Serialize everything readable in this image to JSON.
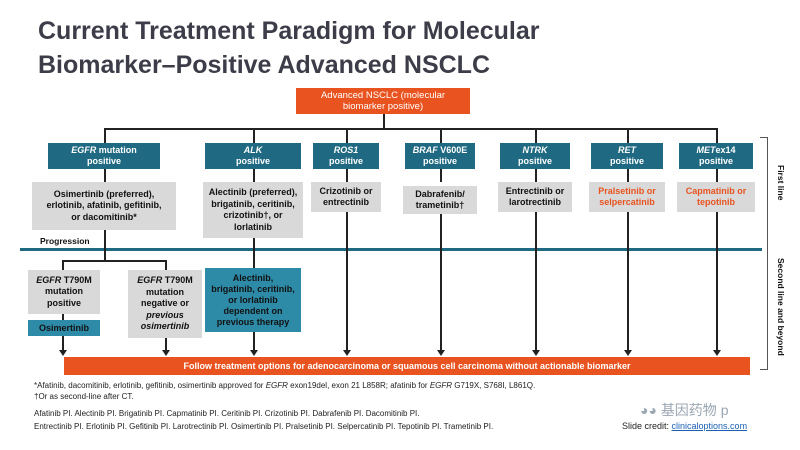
{
  "title": {
    "line1": "Current Treatment Paradigm for Molecular",
    "line2": "Biomarker–Positive Advanced NSCLC"
  },
  "root": {
    "line1": "Advanced NSCLC (molecular",
    "line2": "biomarker positive)"
  },
  "columns": [
    {
      "gene": "EGFR",
      "rest": " mutation",
      "line2": "positive",
      "therapy": [
        "Osimertinib (preferred),",
        "erlotinib, afatinib, gefitinib,",
        "or dacomitinib*"
      ],
      "red": false
    },
    {
      "gene": "ALK",
      "rest": "",
      "line2": "positive",
      "therapy": [
        "Alectinib (preferred),",
        "brigatinib, ceritinib,",
        "crizotinib†, or",
        "lorlatinib"
      ],
      "red": false
    },
    {
      "gene": "ROS1",
      "rest": "",
      "line2": "positive",
      "therapy": [
        "Crizotinib or",
        "entrectinib"
      ],
      "red": false
    },
    {
      "gene": "BRAF",
      "rest": " V600E",
      "line2": "positive",
      "therapy": [
        "Dabrafenib/",
        "trametinib†"
      ],
      "red": false
    },
    {
      "gene": "NTRK",
      "rest": "",
      "line2": "positive",
      "therapy": [
        "Entrectinib or",
        "larotrectinib"
      ],
      "red": false
    },
    {
      "gene": "RET",
      "rest": "",
      "line2": "positive",
      "therapy": [
        "Pralsetinib or",
        "selpercatinib"
      ],
      "red": true
    },
    {
      "gene": "MET",
      "rest": "ex14",
      "line2": "positive",
      "therapy": [
        "Capmatinib or",
        "tepotinib"
      ],
      "red": true
    }
  ],
  "progression_label": "Progression",
  "side_labels": {
    "first": "First line",
    "second": "Second line and beyond"
  },
  "second_line": {
    "t790m_pos": {
      "gene": "EGFR",
      "rest": " T790M",
      "line2": "mutation",
      "line3": "positive"
    },
    "t790m_neg": {
      "gene": "EGFR",
      "rest": " T790M",
      "line2": "mutation",
      "line3": "negative or",
      "line4": "previous",
      "line5": "osimertinib"
    },
    "osimertinib": "Osimertinib",
    "alk_second": [
      "Alectinib,",
      "brigatinib, ceritinib,",
      "or lorlatinib",
      "dependent on",
      "previous therapy"
    ]
  },
  "bottom_bar": "Follow treatment options for adenocarcinoma or squamous cell carcinoma without actionable biomarker",
  "footnotes": {
    "star_a": "*Afatinib, dacomitinib, erlotinib, gefitinib, osimertinib approved for ",
    "star_egfr": "EGFR",
    "star_b": " exon19del, exon 21 L858R; afatinib for ",
    "star_egfr2": "EGFR",
    "star_c": " G719X, S768I, L861Q.",
    "dagger": "†Or as second-line after CT.",
    "refs1": "Afatinib PI. Alectinib PI. Brigatinib PI. Capmatinib PI. Ceritinib PI. Crizotinib PI. Dabrafenib PI. Dacomitinib PI.",
    "refs2": "Entrectinib PI. Erlotinib PI. Gefitinib PI. Larotrectinib PI. Osimertinib PI. Pralsetinib PI. Selpercatinib PI. Tepotinib PI. Trametinib PI."
  },
  "credit": {
    "label": "Slide credit: ",
    "link": "clinicaloptions.com"
  },
  "watermark": "基因药物 p",
  "colors": {
    "orange": "#e8531f",
    "teal": "#1f6a82",
    "gray": "#d9d9d9",
    "title": "#3d3d4a"
  }
}
